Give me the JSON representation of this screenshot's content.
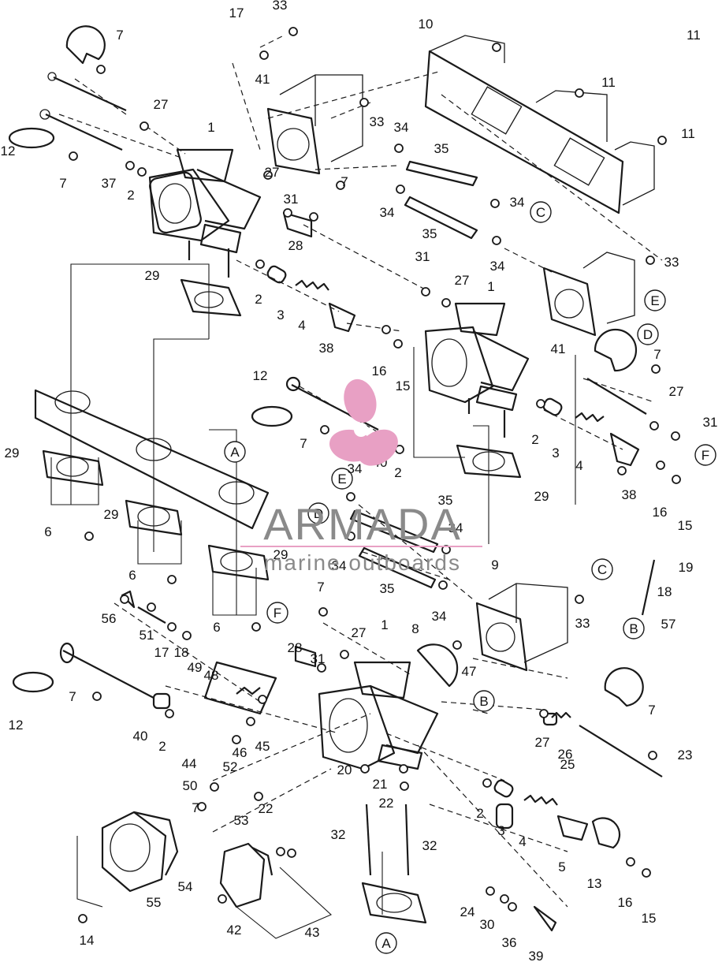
{
  "callouts": [
    {
      "t": "17"
    },
    {
      "t": "33"
    },
    {
      "t": "7"
    },
    {
      "t": "10"
    },
    {
      "t": "11"
    },
    {
      "t": "11"
    },
    {
      "t": "27"
    },
    {
      "t": "1"
    },
    {
      "t": "41"
    },
    {
      "t": "33"
    },
    {
      "t": "34"
    },
    {
      "t": "11"
    },
    {
      "t": "35"
    },
    {
      "t": "12"
    },
    {
      "t": "7"
    },
    {
      "t": "37"
    },
    {
      "t": "2"
    },
    {
      "t": "27"
    },
    {
      "t": "31"
    },
    {
      "t": "7"
    },
    {
      "t": "34"
    },
    {
      "t": "34"
    },
    {
      "t": "35"
    },
    {
      "t": "28"
    },
    {
      "t": "31"
    },
    {
      "t": "34"
    },
    {
      "t": "33"
    },
    {
      "t": "29"
    },
    {
      "t": "2"
    },
    {
      "t": "3"
    },
    {
      "t": "4"
    },
    {
      "t": "38"
    },
    {
      "t": "16"
    },
    {
      "t": "15"
    },
    {
      "t": "27"
    },
    {
      "t": "1"
    },
    {
      "t": "41"
    },
    {
      "t": "7"
    },
    {
      "t": "27"
    },
    {
      "t": "31"
    },
    {
      "t": "12"
    },
    {
      "t": "7"
    },
    {
      "t": "34"
    },
    {
      "t": "40"
    },
    {
      "t": "2"
    },
    {
      "t": "2"
    },
    {
      "t": "3"
    },
    {
      "t": "4"
    },
    {
      "t": "38"
    },
    {
      "t": "16"
    },
    {
      "t": "15"
    },
    {
      "t": "29"
    },
    {
      "t": "29"
    },
    {
      "t": "29"
    },
    {
      "t": "6"
    },
    {
      "t": "35"
    },
    {
      "t": "34"
    },
    {
      "t": "6"
    },
    {
      "t": "29"
    },
    {
      "t": "34"
    },
    {
      "t": "35"
    },
    {
      "t": "34"
    },
    {
      "t": "9"
    },
    {
      "t": "19"
    },
    {
      "t": "18"
    },
    {
      "t": "57"
    },
    {
      "t": "7"
    },
    {
      "t": "33"
    },
    {
      "t": "6"
    },
    {
      "t": "56"
    },
    {
      "t": "51"
    },
    {
      "t": "17"
    },
    {
      "t": "18"
    },
    {
      "t": "49"
    },
    {
      "t": "48"
    },
    {
      "t": "28"
    },
    {
      "t": "31"
    },
    {
      "t": "27"
    },
    {
      "t": "1"
    },
    {
      "t": "8"
    },
    {
      "t": "47"
    },
    {
      "t": "12"
    },
    {
      "t": "7"
    },
    {
      "t": "40"
    },
    {
      "t": "2"
    },
    {
      "t": "46"
    },
    {
      "t": "45"
    },
    {
      "t": "27"
    },
    {
      "t": "26"
    },
    {
      "t": "25"
    },
    {
      "t": "7"
    },
    {
      "t": "23"
    },
    {
      "t": "44"
    },
    {
      "t": "52"
    },
    {
      "t": "50"
    },
    {
      "t": "22"
    },
    {
      "t": "20"
    },
    {
      "t": "21"
    },
    {
      "t": "22"
    },
    {
      "t": "7"
    },
    {
      "t": "2"
    },
    {
      "t": "3"
    },
    {
      "t": "4"
    },
    {
      "t": "5"
    },
    {
      "t": "13"
    },
    {
      "t": "16"
    },
    {
      "t": "15"
    },
    {
      "t": "53"
    },
    {
      "t": "32"
    },
    {
      "t": "32"
    },
    {
      "t": "54"
    },
    {
      "t": "55"
    },
    {
      "t": "42"
    },
    {
      "t": "43"
    },
    {
      "t": "24"
    },
    {
      "t": "30"
    },
    {
      "t": "36"
    },
    {
      "t": "39"
    },
    {
      "t": "14"
    }
  ],
  "ref_markers": [
    {
      "t": "C"
    },
    {
      "t": "E"
    },
    {
      "t": "D"
    },
    {
      "t": "F"
    },
    {
      "t": "A"
    },
    {
      "t": "E"
    },
    {
      "t": "D"
    },
    {
      "t": "C"
    },
    {
      "t": "B"
    },
    {
      "t": "F"
    },
    {
      "t": "B"
    },
    {
      "t": "A"
    }
  ],
  "watermark": {
    "brand": "ARMADA",
    "tagline": "marine outboards",
    "logo_color": "#e8a0c4",
    "text_color": "#8a8a8a"
  }
}
